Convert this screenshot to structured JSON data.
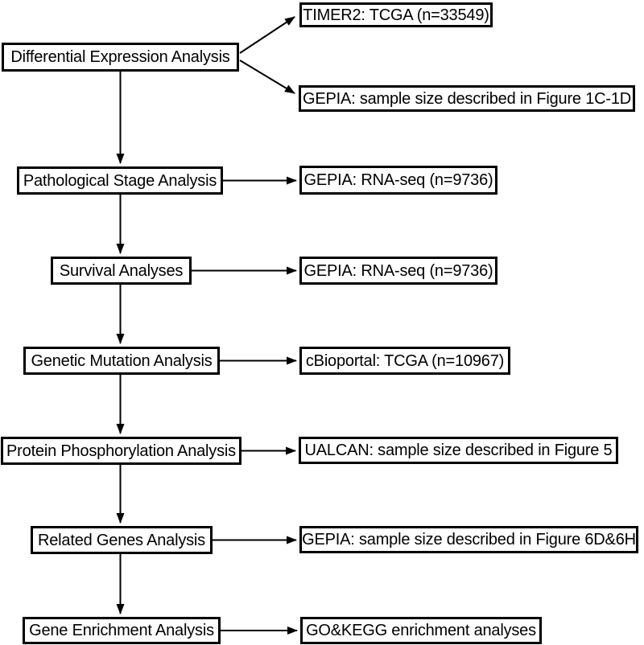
{
  "diagram": {
    "type": "flowchart",
    "colors": {
      "background": "#ffffff",
      "box_border": "#000000",
      "text": "#000000",
      "arrow": "#000000"
    },
    "steps": [
      {
        "name": "Differential Expression Analysis",
        "sources": [
          "TIMER2: TCGA (n=33549)",
          "GEPIA: sample size described in Figure 1C-1D"
        ]
      },
      {
        "name": "Pathological Stage Analysis",
        "sources": [
          "GEPIA: RNA-seq (n=9736)"
        ]
      },
      {
        "name": "Survival Analyses",
        "sources": [
          "GEPIA: RNA-seq (n=9736)"
        ]
      },
      {
        "name": "Genetic Mutation Analysis",
        "sources": [
          "cBioportal: TCGA (n=10967)"
        ]
      },
      {
        "name": "Protein Phosphorylation Analysis",
        "sources": [
          "UALCAN: sample size described in Figure 5"
        ]
      },
      {
        "name": "Related Genes Analysis",
        "sources": [
          "GEPIA: sample size described in Figure 6D&6H"
        ]
      },
      {
        "name": "Gene Enrichment Analysis",
        "sources": [
          "GO&KEGG enrichment analyses"
        ]
      }
    ]
  }
}
